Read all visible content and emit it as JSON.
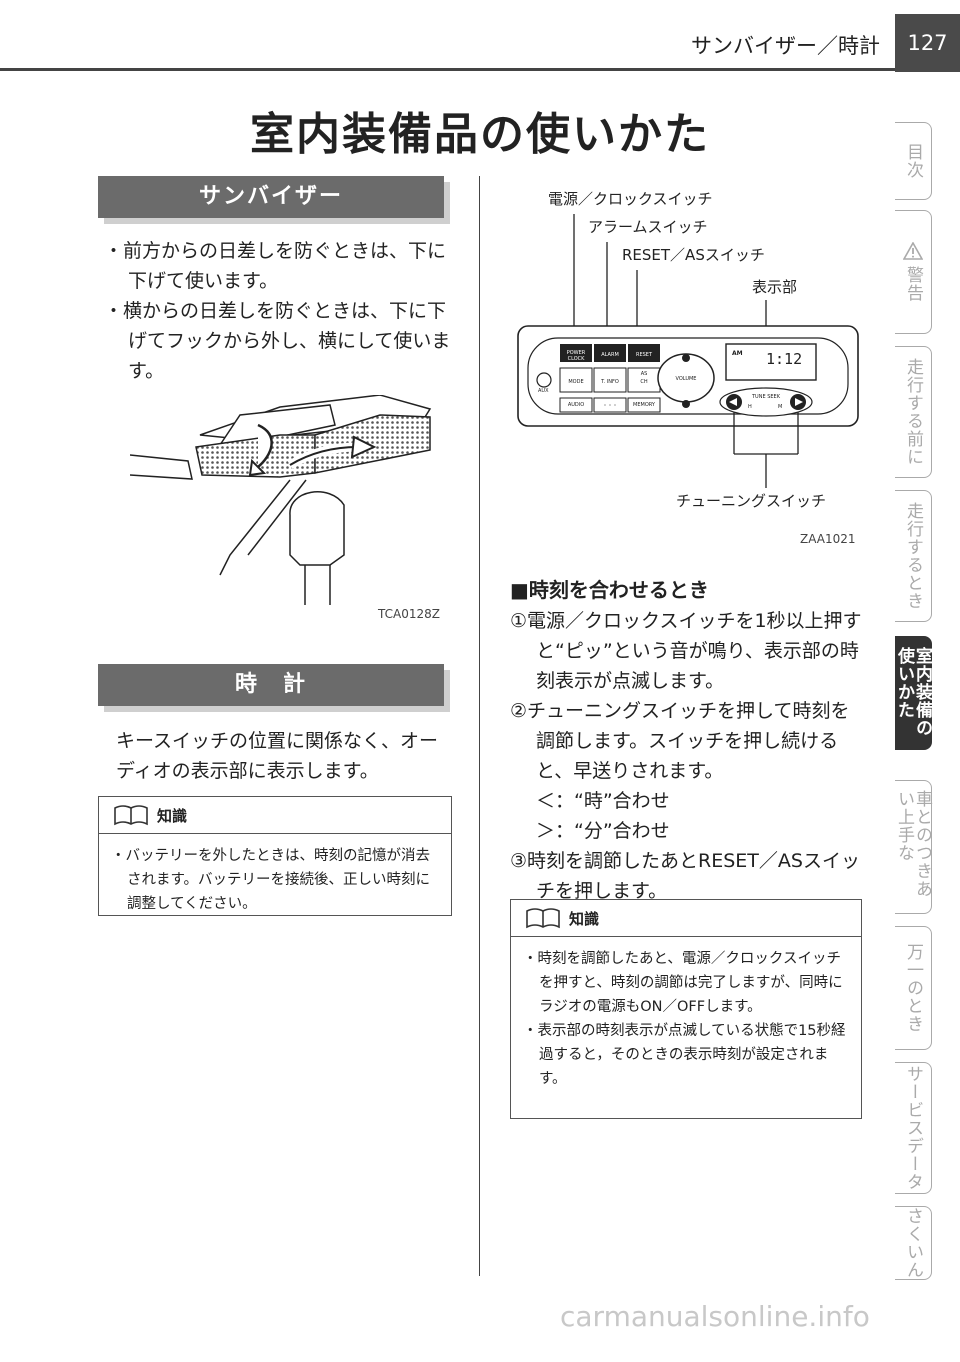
{
  "header": {
    "section_title": "サンバイザー／時計",
    "page_number": "127"
  },
  "main_title": "室内装備品の使いかた",
  "side_tabs": [
    {
      "label": "目次"
    },
    {
      "label": "警告",
      "icon": "warning-triangle"
    },
    {
      "label": "走行する前に"
    },
    {
      "label": "走行するとき"
    },
    {
      "label": "室内装備の使いかた",
      "active": true
    },
    {
      "label": "車とのつきあい上手な"
    },
    {
      "label": "万一のとき"
    },
    {
      "label": "サービスデータ"
    },
    {
      "label": "さくいん"
    }
  ],
  "sun_visor": {
    "heading": "サンバイザー",
    "bullets": [
      "・前方からの日差しを防ぐときは、下に下げて使います。",
      "・横からの日差しを防ぐときは、下に下げてフックから外し、横にして使います。"
    ],
    "figure_code": "TCA0128Z"
  },
  "clock": {
    "heading": "時　計",
    "text": "キースイッチの位置に関係なく、オーディオの表示部に表示します。",
    "knowledge": {
      "title": "知識",
      "items": [
        "・バッテリーを外したときは、時刻の記憶が消去されます。バッテリーを接続後、正しい時刻に調整してください。"
      ]
    }
  },
  "diagram": {
    "labels": {
      "power": "電源／クロックスイッチ",
      "alarm": "アラームスイッチ",
      "reset": "RESET／ASスイッチ",
      "display": "表示部",
      "tuning": "チューニングスイッチ"
    },
    "figure_code": "ZAA1021",
    "panel": {
      "btn_power": "POWER CLOCK",
      "btn_alarm": "ALARM",
      "btn_reset": "RESET",
      "btn_mode": "MODE",
      "btn_tinfo": "T. INFO",
      "btn_ch": "CH",
      "btn_as": "AS",
      "btn_audio": "AUDIO",
      "btn_dots": "・・・",
      "btn_memory": "MEMORY",
      "aux": "AUX",
      "volume": "VOLUME",
      "tune_seek": "TUNE SEEK",
      "display_am": "AM",
      "display_time": "1:12",
      "h": "H",
      "m": "M"
    }
  },
  "set_time": {
    "heading": "■時刻を合わせるとき",
    "steps": [
      "①電源／クロックスイッチを1秒以上押すと“ピッ”という音が鳴り、表示部の時刻表示が点滅します。",
      "②チューニングスイッチを押して時刻を調節します。スイッチを押し続けると、早送りされます。",
      "③時刻を調節したあとRESET／ASスイッチを押します。"
    ],
    "sub_lines": [
      "＜：“時”合わせ",
      "＞：“分”合わせ"
    ],
    "knowledge": {
      "title": "知識",
      "items": [
        "・時刻を調節したあと、電源／クロックスイッチを押すと、時刻の調節は完了しますが、同時にラジオの電源もON／OFFします。",
        "・表示部の時刻表示が点滅している状態で15秒経過すると，そのときの表示時刻が設定されます。"
      ]
    }
  },
  "watermark": "carmanualsonline.info"
}
